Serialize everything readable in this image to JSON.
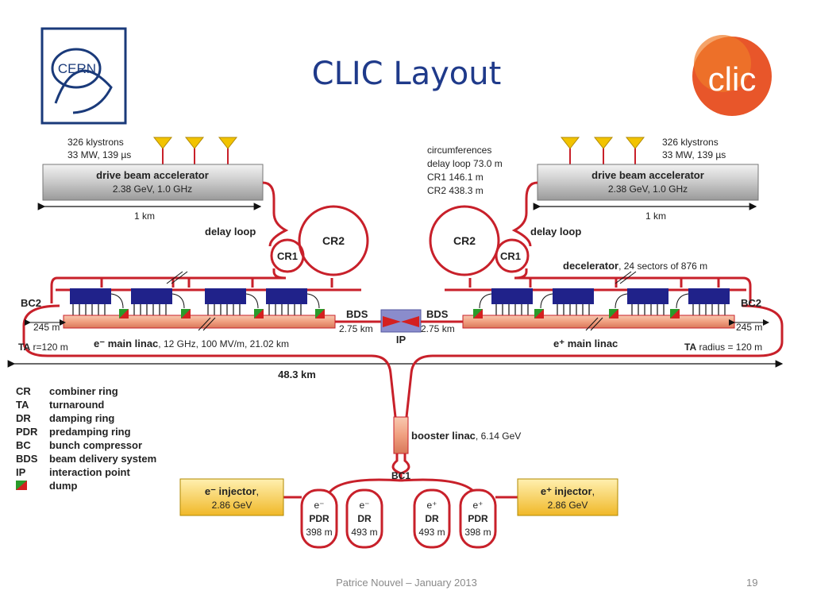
{
  "title": "CLIC Layout",
  "logos": {
    "cern": "CERN",
    "clic": "clic"
  },
  "footer": {
    "author": "Patrice Nouvel – January 2013",
    "page": "19"
  },
  "left": {
    "klystrons": [
      "326 klystrons",
      "33 MW, 139 µs"
    ],
    "dba_title": "drive beam accelerator",
    "dba_sub": "2.38 GeV, 1.0 GHz",
    "dist": "1 km",
    "delay_loop": "delay loop",
    "cr1": "CR1",
    "cr2": "CR2",
    "bc2": "BC2",
    "ta_dist": "245 m",
    "ta_bold": "TA",
    "ta_rest": " r=120 m",
    "linac_bold": "e⁻ main linac",
    "linac_rest": ", 12 GHz, 100 MV/m, 21.02 km",
    "bds": "BDS",
    "bds_dist": "2.75 km"
  },
  "right": {
    "klystrons": [
      "326 klystrons",
      "33 MW, 139 µs"
    ],
    "circumferences": [
      "circumferences",
      "delay loop 73.0 m",
      "CR1 146.1 m",
      "CR2 438.3 m"
    ],
    "dba_title": "drive beam accelerator",
    "dba_sub": "2.38 GeV, 1.0 GHz",
    "dist": "1 km",
    "delay_loop": "delay loop",
    "cr1": "CR1",
    "cr2": "CR2",
    "decel_bold": "decelerator",
    "decel_rest": ", 24 sectors of 876 m",
    "bc2": "BC2",
    "ta_dist": "245 m",
    "ta_bold": "TA",
    "ta_rest": " radius = 120 m",
    "linac": "e⁺ main linac",
    "bds": "BDS",
    "bds_dist": "2.75 km"
  },
  "ip": "IP",
  "total_length": "48.3 km",
  "booster_bold": "booster linac",
  "booster_rest": ", 6.14 GeV",
  "bc1": "BC1",
  "injectors": {
    "e_minus": {
      "title": "e⁻ injector",
      "comma": ",",
      "energy": "2.86 GeV"
    },
    "e_plus": {
      "title": "e⁺ injector",
      "comma": ",",
      "energy": "2.86 GeV"
    }
  },
  "rings": [
    {
      "species": "e⁻",
      "name": "PDR",
      "length": "398 m"
    },
    {
      "species": "e⁻",
      "name": "DR",
      "length": "493 m"
    },
    {
      "species": "e⁺",
      "name": "DR",
      "length": "493 m"
    },
    {
      "species": "e⁺",
      "name": "PDR",
      "length": "398 m"
    }
  ],
  "legend": [
    {
      "abbr": "CR",
      "text": "combiner ring"
    },
    {
      "abbr": "TA",
      "text": "turnaround"
    },
    {
      "abbr": "DR",
      "text": "damping ring"
    },
    {
      "abbr": "PDR",
      "text": "predamping ring"
    },
    {
      "abbr": "BC",
      "text": "bunch compressor"
    },
    {
      "abbr": "BDS",
      "text": "beam delivery system"
    },
    {
      "abbr": "IP",
      "text": "interaction point"
    },
    {
      "abbr": "",
      "text": "dump"
    }
  ],
  "colors": {
    "beamline": "#c8202a",
    "title": "#1f3a8a",
    "klystron": "#f2c300",
    "decelerator": "#20228a",
    "linac": "#f2a080",
    "injector": "#f5c53a"
  }
}
